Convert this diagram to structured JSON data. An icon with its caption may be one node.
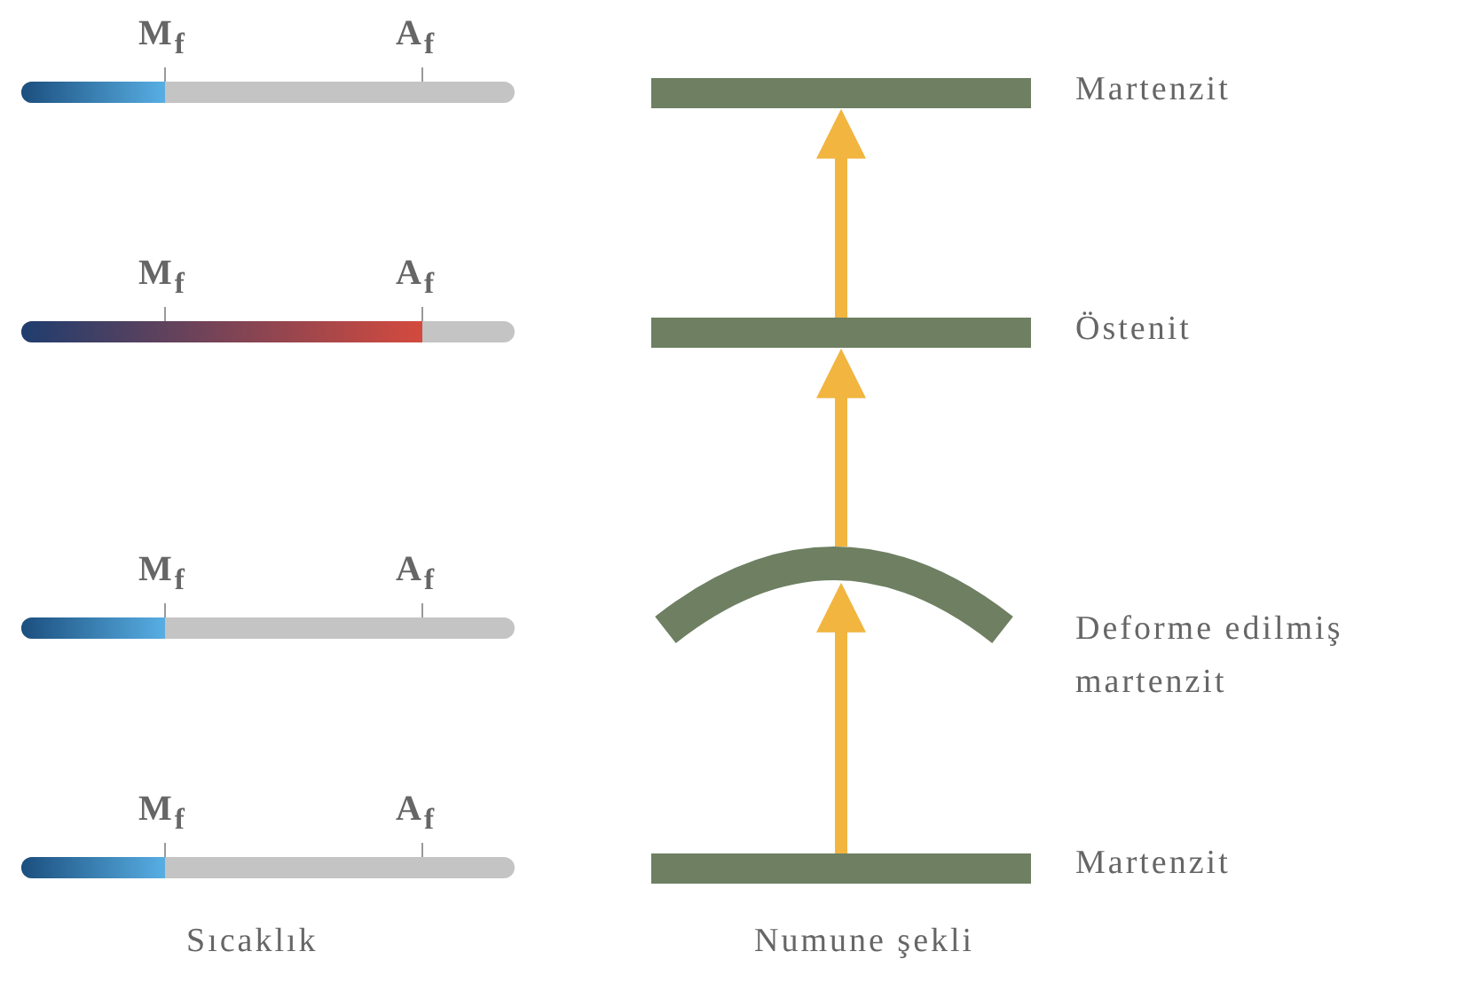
{
  "diagram": {
    "nodes": [
      {
        "text": [],
        "shape": "bar",
        "beside": [
          "Martenzit"
        ]
      },
      {
        "text": [],
        "shape": "bar",
        "beside": [
          "Östenit"
        ]
      },
      {
        "text": [],
        "shape": "bar",
        "beside": [
          "Deforme edilmiş martenzit"
        ]
      },
      {
        "text": [],
        "shape": "bar",
        "beside": [
          "Martenzit"
        ]
      }
    ],
    "edges": [
      {
        "from": 3,
        "to": 2,
        "arrow": "to"
      },
      {
        "from": 2,
        "to": 1,
        "arrow": "to"
      },
      {
        "from": 1,
        "to": 0,
        "arrow": "to"
      }
    ],
    "labels": [
      "M$_{f}$",
      "A$_{f}$",
      "M$_{f}$",
      "A$_{f}$",
      "M$_{f}$",
      "A$_{f}$",
      "M$_{f}$",
      "A$_{f}$",
      "Sıcaklık",
      "Numune şekli"
    ]
  }
}
